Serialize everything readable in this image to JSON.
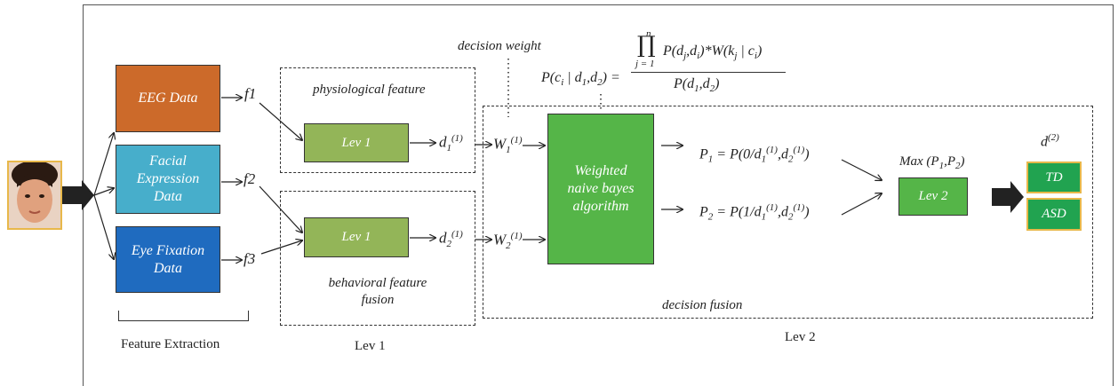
{
  "stages": {
    "feature_extraction": "Feature Extraction",
    "lev1": "Lev 1",
    "lev2": "Lev 2"
  },
  "inputs": {
    "eeg": "EEG Data",
    "facial": "Facial Expression Data",
    "eye": "Eye Fixation Data"
  },
  "features": {
    "f1": "f1",
    "f2": "f2",
    "f3": "f3"
  },
  "lev1": {
    "physiological": "physiological feature",
    "behavioral": "behavioral feature fusion",
    "box_label": "Lev 1"
  },
  "decision_weight": "decision weight",
  "formula": {
    "lhs": "P(c",
    "rhs_num": "P(d",
    "prod_top": "n",
    "prod_bottom": "j = 1",
    "denominator": "P(d"
  },
  "wnb": "Weighted naive bayes algorithm",
  "decision_fusion": "decision fusion",
  "lev2": {
    "max_label": "Max (P",
    "box_label": "Lev 2",
    "output_label": "d"
  },
  "outputs": {
    "td": "TD",
    "asd": "ASD"
  },
  "colors": {
    "eeg": "#cc6a2a",
    "facial": "#47aecb",
    "eye": "#1f6bbf",
    "lev1_box": "#93b558",
    "wnb_box": "#55b548",
    "lev2_box": "#55b548",
    "output_box": "#21a350",
    "output_border": "#e8b84a"
  }
}
